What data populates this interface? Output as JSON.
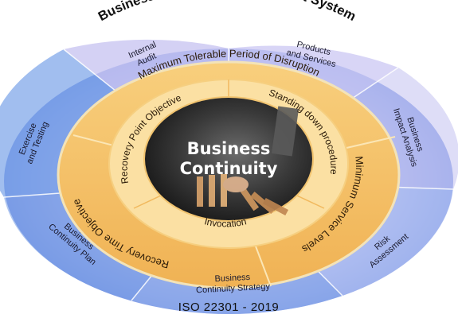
{
  "title": "Business Continuity Management System",
  "footer": "ISO 22301 - 2019",
  "center": {
    "line1": "Business",
    "line2": "Continuity"
  },
  "outer_ring": [
    {
      "lines": [
        "Internal",
        "Audit"
      ]
    },
    {
      "lines": [
        "Products",
        "and Services"
      ]
    },
    {
      "lines": [
        "Business",
        "Impact Analysis"
      ]
    },
    {
      "lines": [
        "Risk",
        "Assessment"
      ]
    },
    {
      "lines": [
        "Business",
        "Continuity Strategy"
      ]
    },
    {
      "lines": [
        "Business",
        "Continuity Plan"
      ]
    },
    {
      "lines": [
        "Exercise",
        "and Testing"
      ]
    }
  ],
  "middle_ring": {
    "top": "Maximum Tolerable Period of Disruption",
    "right": "Minimum Service Levels",
    "bottom": "Recovery Time Objective"
  },
  "inner_ring": {
    "upper_left": "Recovery Point Objective",
    "upper_right": "Standing down procedure",
    "bottom": "Invocation"
  },
  "colors": {
    "outer_light": "#c9c6f0",
    "outer_medium": "#7f9fe6",
    "outer_deep": "#5b8de0",
    "ring_orange": "#f6c46d",
    "ring_light": "#fbe1a6",
    "center_dark": "#2a2a2a"
  }
}
